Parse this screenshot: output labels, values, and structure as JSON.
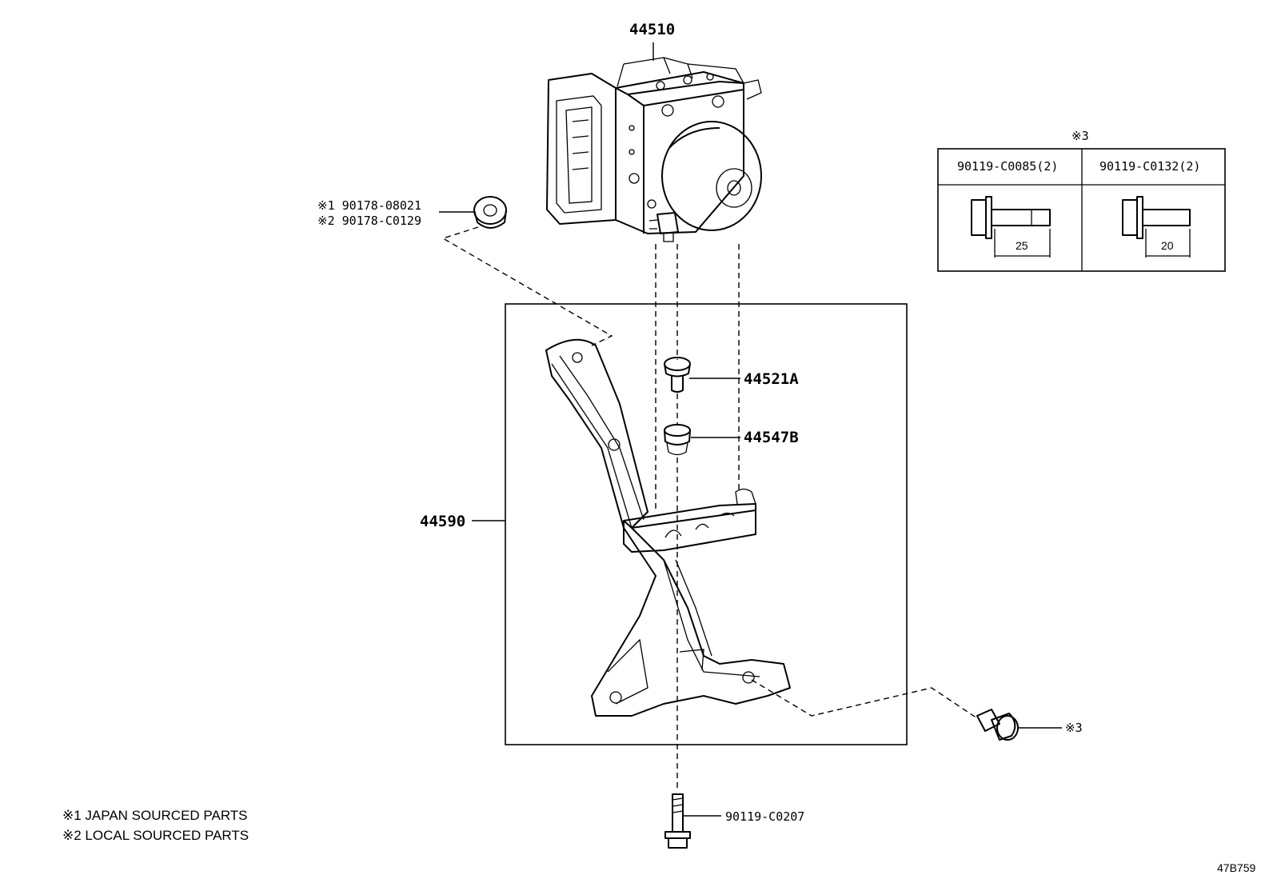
{
  "parts": {
    "actuator": "44510",
    "cushion_a": "44521A",
    "cushion_b": "44547B",
    "bracket": "44590",
    "nut_line1": "※1 90178-08021",
    "nut_line2": "※2 90178-C0129",
    "bolt_bottom": "90119-C0207",
    "bolt_right_ref": "※3"
  },
  "table": {
    "ref": "※3",
    "col1_part": "90119-C0085(2)",
    "col2_part": "90119-C0132(2)",
    "col1_dim": "25",
    "col2_dim": "20"
  },
  "notes": {
    "note1": "※1 JAPAN SOURCED PARTS",
    "note2": "※2 LOCAL SOURCED PARTS"
  },
  "figure_id": "47B759"
}
